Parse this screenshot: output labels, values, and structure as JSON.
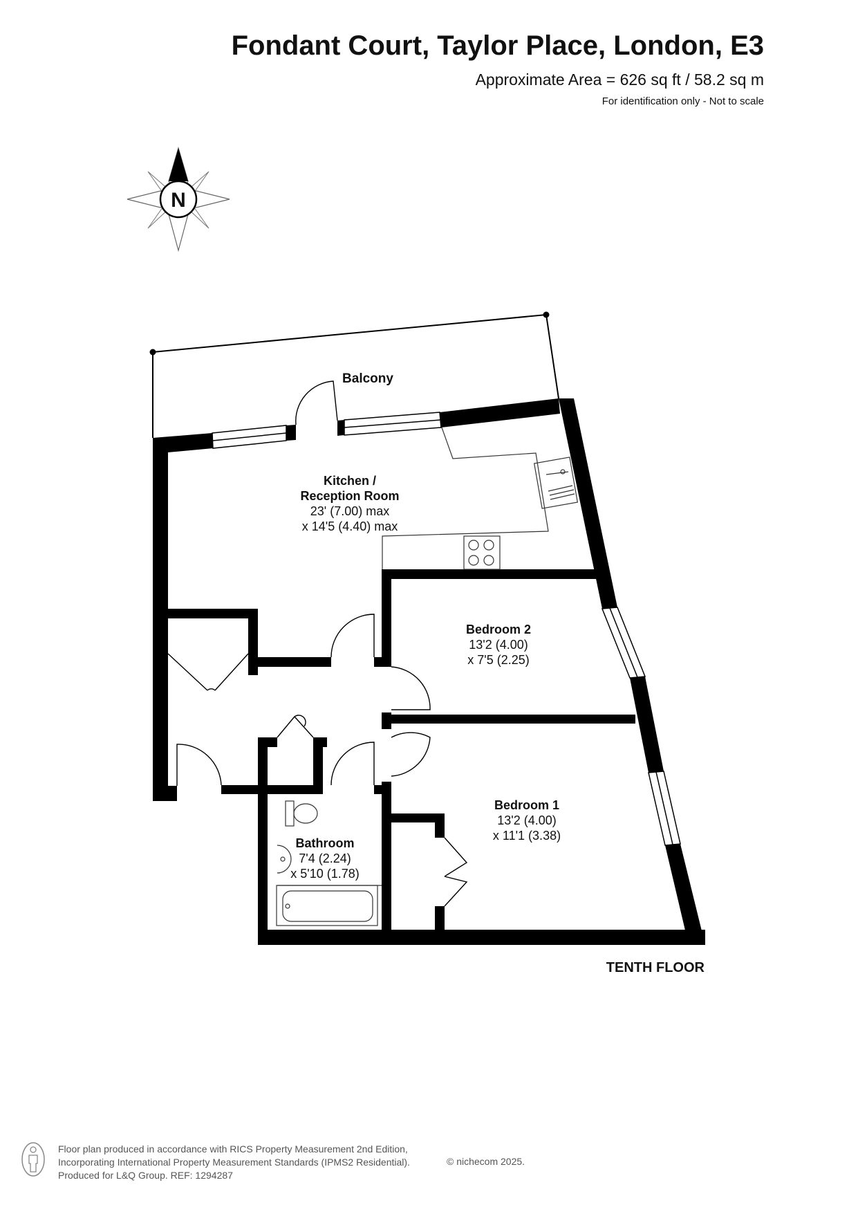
{
  "header": {
    "title": "Fondant Court, Taylor Place, London, E3",
    "area": "Approximate Area = 626 sq ft / 58.2 sq m",
    "scale_note": "For identification only - Not to scale"
  },
  "compass": {
    "label": "N",
    "icon": "compass-rose-icon"
  },
  "rooms": {
    "balcony": {
      "name": "Balcony"
    },
    "kitchen": {
      "name_line1": "Kitchen /",
      "name_line2": "Reception Room",
      "dim1": "23' (7.00) max",
      "dim2": "x 14'5 (4.40) max"
    },
    "bedroom2": {
      "name": "Bedroom 2",
      "dim1": "13'2 (4.00)",
      "dim2": "x 7'5 (2.25)"
    },
    "bedroom1": {
      "name": "Bedroom 1",
      "dim1": "13'2 (4.00)",
      "dim2": "x 11'1 (3.38)"
    },
    "bathroom": {
      "name": "Bathroom",
      "dim1": "7'4 (2.24)",
      "dim2": "x 5'10 (1.78)"
    }
  },
  "floor_label": "TENTH FLOOR",
  "footer": {
    "line1": "Floor plan produced in accordance with RICS Property Measurement 2nd Edition,",
    "line2": "Incorporating International Property Measurement Standards (IPMS2 Residential).",
    "line3": "Produced for L&Q Group.   REF:   1294287",
    "brand": "© nichecom 2025."
  },
  "colors": {
    "wall": "#000000",
    "fixture": "#555555"
  }
}
